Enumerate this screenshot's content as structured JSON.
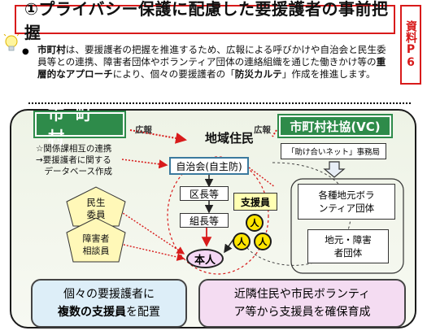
{
  "title": "①プライバシー保護に配慮した要援護者の事前把握",
  "side_tag": "資料P6",
  "intro": {
    "bullet": "●",
    "text_before": "市町村",
    "text_mid": "は、要援護者の把握を推進するため、広報による呼びかけや自治会と民生委員等との連携、障害者団体やボランティア団体の連絡組織を通じた働きかけ等の",
    "text_bold": "重層的なアプローチ",
    "text_after": "により、個々の要援護者の「",
    "text_bold2": "防災カルテ",
    "text_end": "」作成を推進します。"
  },
  "diagram": {
    "municipality": "市町村",
    "social_council": "市町村社協(VC)",
    "residents": "地域住民",
    "pr_left": "広報",
    "pr_right": "広報",
    "municipality_notes": [
      "☆関係課相互の連携",
      "→要援護者に関する",
      "　データベース作成"
    ],
    "network_office": "「助け合いネット」事務局",
    "jichikai": "自治会(自主防)",
    "kuchou": "区長等",
    "kumichou": "組長等",
    "supporters": "支援員",
    "person_glyph": "人",
    "self": "本人",
    "minsei": [
      "民生",
      "委員"
    ],
    "shogai_consultant": [
      "障害者",
      "相談員"
    ],
    "volunteer_groups": [
      "各種地元ボラ",
      "ンティア団体"
    ],
    "disability_groups": [
      "地元・障害",
      "者団体"
    ]
  },
  "callouts": {
    "left_line1": "個々の要援護者に",
    "left_bold": "複数の支援員",
    "left_end": "を配置",
    "right_line1": "近隣住民や市民ボランティ",
    "right_line2": "ア等から支援員を確保育成"
  },
  "colors": {
    "title_border": "#d81b1b",
    "green_header": "#2e8b4a",
    "callout_left": "#ddeef8",
    "callout_right": "#f4dcf2"
  }
}
